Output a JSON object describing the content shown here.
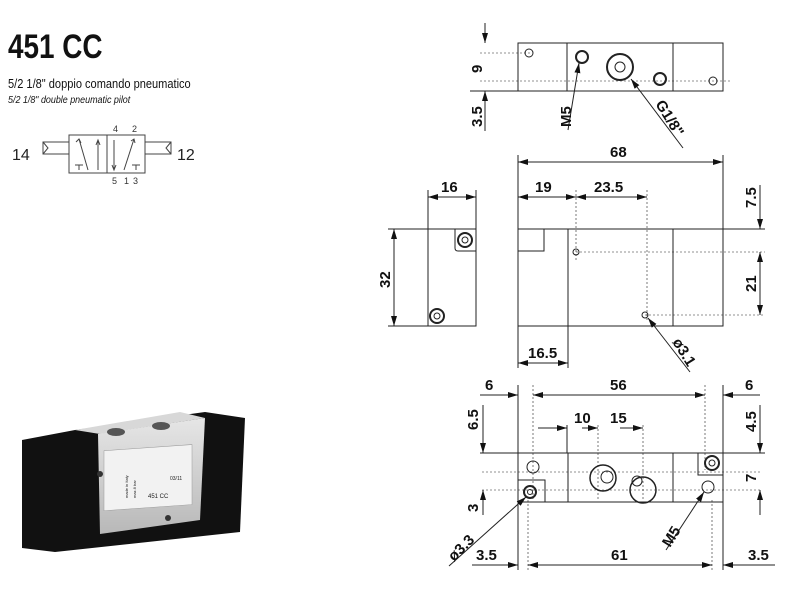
{
  "header": {
    "title": "451 CC",
    "subtitle_it": "5/2 1/8\" doppio comando pneumatico",
    "subtitle_en": "5/2 1/8\" double pneumatic pilot"
  },
  "symbol": {
    "pilot_left": "14",
    "pilot_right": "12",
    "ports_top": [
      "4",
      "2"
    ],
    "ports_bottom": [
      "5",
      "1",
      "3"
    ]
  },
  "photo": {
    "label_model": "451 CC",
    "label_code": "03/11",
    "label_pressure": "max 8 bar",
    "label_origin": "made in Italy"
  },
  "top_view": {
    "dims": [
      "9",
      "3.5"
    ],
    "callouts": [
      "M5",
      "G1/8\""
    ]
  },
  "front_view": {
    "dims": {
      "length": "68",
      "d19": "19",
      "d23_5": "23.5",
      "d16_5": "16.5",
      "d7_5": "7.5",
      "d21": "21"
    },
    "callout": "ø3.1"
  },
  "side_view": {
    "dims": {
      "width": "16",
      "height": "32"
    }
  },
  "bottom_view": {
    "dims": {
      "left6": "6",
      "d56": "56",
      "right6": "6",
      "d10": "10",
      "d15": "15",
      "d6_5": "6.5",
      "d4_5": "4.5",
      "d3": "3",
      "d7": "7",
      "left3_5": "3.5",
      "d61": "61",
      "right3_5": "3.5"
    },
    "callouts": [
      "ø3.3",
      "M5"
    ]
  }
}
